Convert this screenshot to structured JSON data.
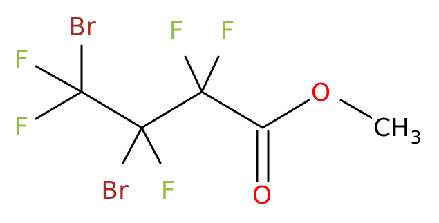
{
  "molecule": {
    "colors": {
      "F": "#90c040",
      "Br": "#a52a2a",
      "O": "#ff0000",
      "C": "#000000"
    },
    "labels": {
      "br_top": "Br",
      "f_top_left": "F",
      "f_mid_left": "F",
      "f_top_a": "F",
      "f_top_b": "F",
      "br_bottom": "Br",
      "f_bottom": "F",
      "o_ester": "O",
      "o_carbonyl": "O",
      "methyl": "CH",
      "methyl_sub": "3"
    }
  }
}
